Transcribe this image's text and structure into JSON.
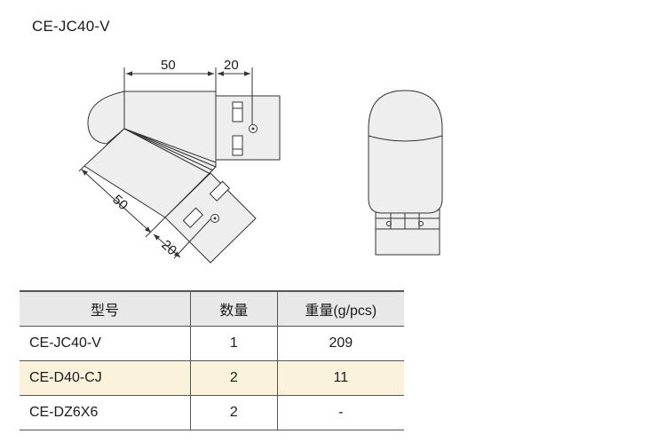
{
  "model_title": "CE-JC40-V",
  "dimensions": {
    "top_length": "50",
    "top_width": "20",
    "diag_length": "50",
    "diag_width": "20"
  },
  "table": {
    "headers": [
      "型号",
      "数量",
      "重量(g/pcs)"
    ],
    "rows": [
      {
        "model": "CE-JC40-V",
        "qty": "1",
        "weight": "209",
        "highlight": false
      },
      {
        "model": "CE-D40-CJ",
        "qty": "2",
        "weight": "11",
        "highlight": true
      },
      {
        "model": "CE-DZ6X6",
        "qty": "2",
        "weight": "-",
        "highlight": false
      }
    ]
  },
  "colors": {
    "part_fill": "#eeeeee",
    "line": "#333333",
    "highlight_row": "#fbf2dc",
    "header_row": "#e8e8e8"
  }
}
